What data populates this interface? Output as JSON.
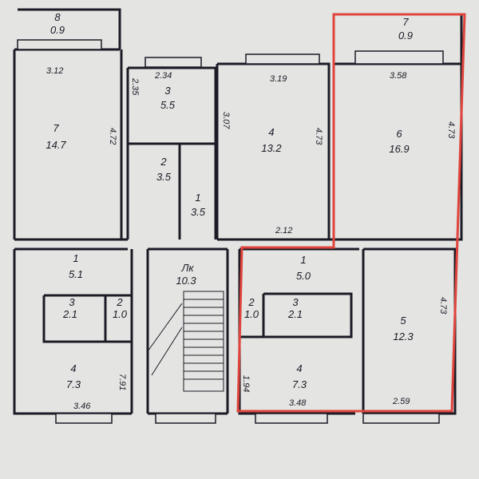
{
  "colors": {
    "paper": "#e4e4e2",
    "ink": "#1b1b26",
    "highlight": "#e0443c"
  },
  "rooms": [
    {
      "id": "r8-balcony",
      "num": "8",
      "area": "0.9"
    },
    {
      "id": "r7-left",
      "num": "7",
      "area": "14.7"
    },
    {
      "id": "r3-top",
      "num": "3",
      "area": "5.5"
    },
    {
      "id": "r2-top",
      "num": "2",
      "area": "3.5"
    },
    {
      "id": "r1-top",
      "num": "1",
      "area": "3.5"
    },
    {
      "id": "r4-top",
      "num": "4",
      "area": "13.2"
    },
    {
      "id": "r7-balcony",
      "num": "7",
      "area": "0.9"
    },
    {
      "id": "r6",
      "num": "6",
      "area": "16.9"
    },
    {
      "id": "r1-left",
      "num": "1",
      "area": "5.1"
    },
    {
      "id": "r3-left",
      "num": "3",
      "area": "2.1"
    },
    {
      "id": "r2-left",
      "num": "2",
      "area": "1.0"
    },
    {
      "id": "r4-left",
      "num": "4",
      "area": "7.3"
    },
    {
      "id": "lk",
      "num": "Лк",
      "area": "10.3"
    },
    {
      "id": "r1-right",
      "num": "1",
      "area": "5.0"
    },
    {
      "id": "r2-right",
      "num": "2",
      "area": "1.0"
    },
    {
      "id": "r3-right",
      "num": "3",
      "area": "2.1"
    },
    {
      "id": "r4-right",
      "num": "4",
      "area": "7.3"
    },
    {
      "id": "r5",
      "num": "5",
      "area": "12.3"
    }
  ],
  "dimensions": [
    "3.12",
    "4.72",
    "2.35",
    "2.34",
    "3.07",
    "3.19",
    "4.73",
    "3.58",
    "4.73",
    "2.12",
    "7.91",
    "3.46",
    "1.94",
    "3.48",
    "2.59",
    "4.73"
  ]
}
